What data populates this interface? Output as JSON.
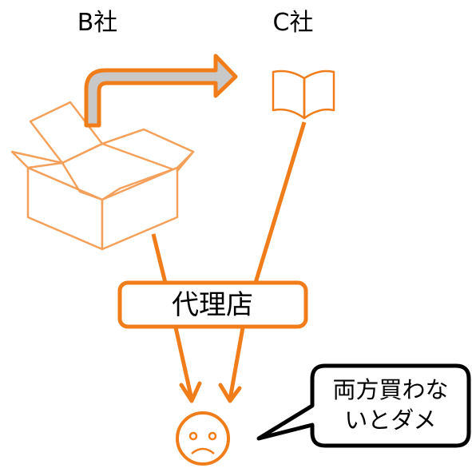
{
  "colors": {
    "accent": "#f07d1a",
    "box_stroke": "#f5a05a",
    "gray_arrow": "#c8c8c8",
    "text": "#000000"
  },
  "labels": {
    "company_b": "B社",
    "company_c": "C社",
    "agency": "代理店",
    "speech_line1": "両方買わな",
    "speech_line2": "いとダメ"
  },
  "icons": {
    "box": "open-box-icon",
    "book": "open-book-icon",
    "customer": "sad-face-icon",
    "transfer": "curved-arrow-icon"
  }
}
